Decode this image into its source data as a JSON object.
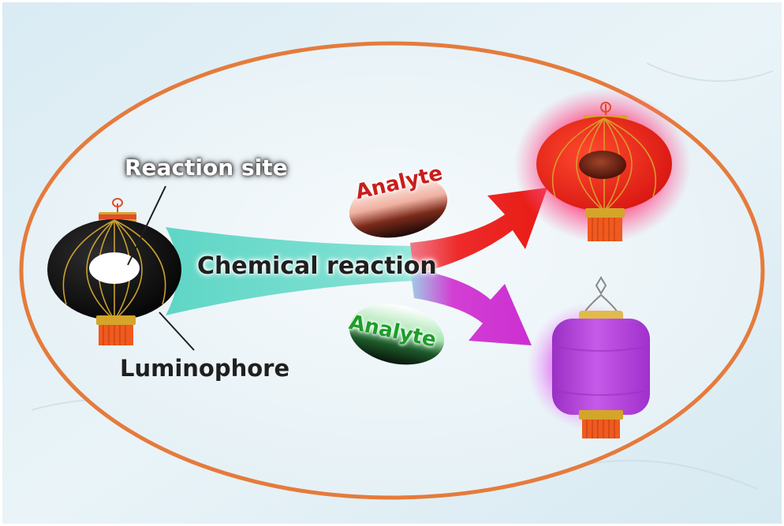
{
  "labels": {
    "reaction_site": "Reaction site",
    "luminophore": "Luminophore",
    "chemical_reaction": "Chemical reaction",
    "analyte_red": "Analyte",
    "analyte_green": "Analyte"
  },
  "colors": {
    "background": "#e6f1f6",
    "ellipse_border": "#e57b3c",
    "ellipse_fill": "#eff6f9",
    "lantern_black": "#0c0c0c",
    "lantern_red": "#e8261c",
    "lantern_purple": "#b43ad8",
    "arrow_teal": "#62d6c4",
    "arrow_red": "#e8261c",
    "arrow_magenta": "#cc35cf",
    "gold_trim": "#d4a52a",
    "tassel": "#f05a1e"
  }
}
